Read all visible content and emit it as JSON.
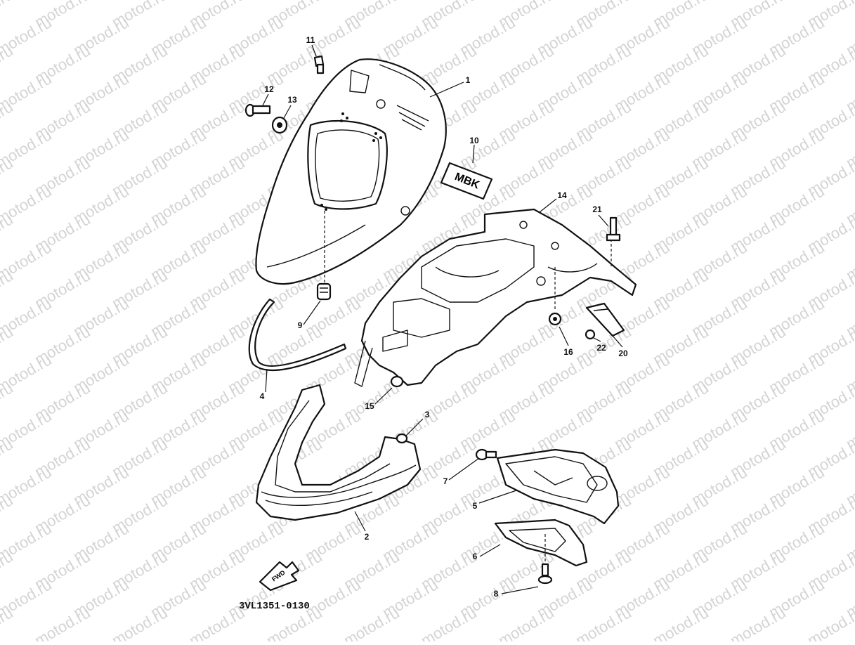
{
  "watermark": {
    "text": "motod.ru",
    "color": "#d4d4d4"
  },
  "callouts": [
    {
      "id": "1",
      "label": "1"
    },
    {
      "id": "2",
      "label": "2"
    },
    {
      "id": "3",
      "label": "3"
    },
    {
      "id": "4",
      "label": "4"
    },
    {
      "id": "5",
      "label": "5"
    },
    {
      "id": "6",
      "label": "6"
    },
    {
      "id": "7",
      "label": "7"
    },
    {
      "id": "8",
      "label": "8"
    },
    {
      "id": "9",
      "label": "9"
    },
    {
      "id": "10",
      "label": "10"
    },
    {
      "id": "11",
      "label": "11"
    },
    {
      "id": "12",
      "label": "12"
    },
    {
      "id": "13",
      "label": "13"
    },
    {
      "id": "14",
      "label": "14"
    },
    {
      "id": "15",
      "label": "15"
    },
    {
      "id": "16",
      "label": "16"
    },
    {
      "id": "20",
      "label": "20"
    },
    {
      "id": "21",
      "label": "21"
    },
    {
      "id": "22",
      "label": "22"
    }
  ],
  "emblem_text": "MBK",
  "fwd_text": "FWD",
  "drawing_ref": "3VL1351-0130"
}
